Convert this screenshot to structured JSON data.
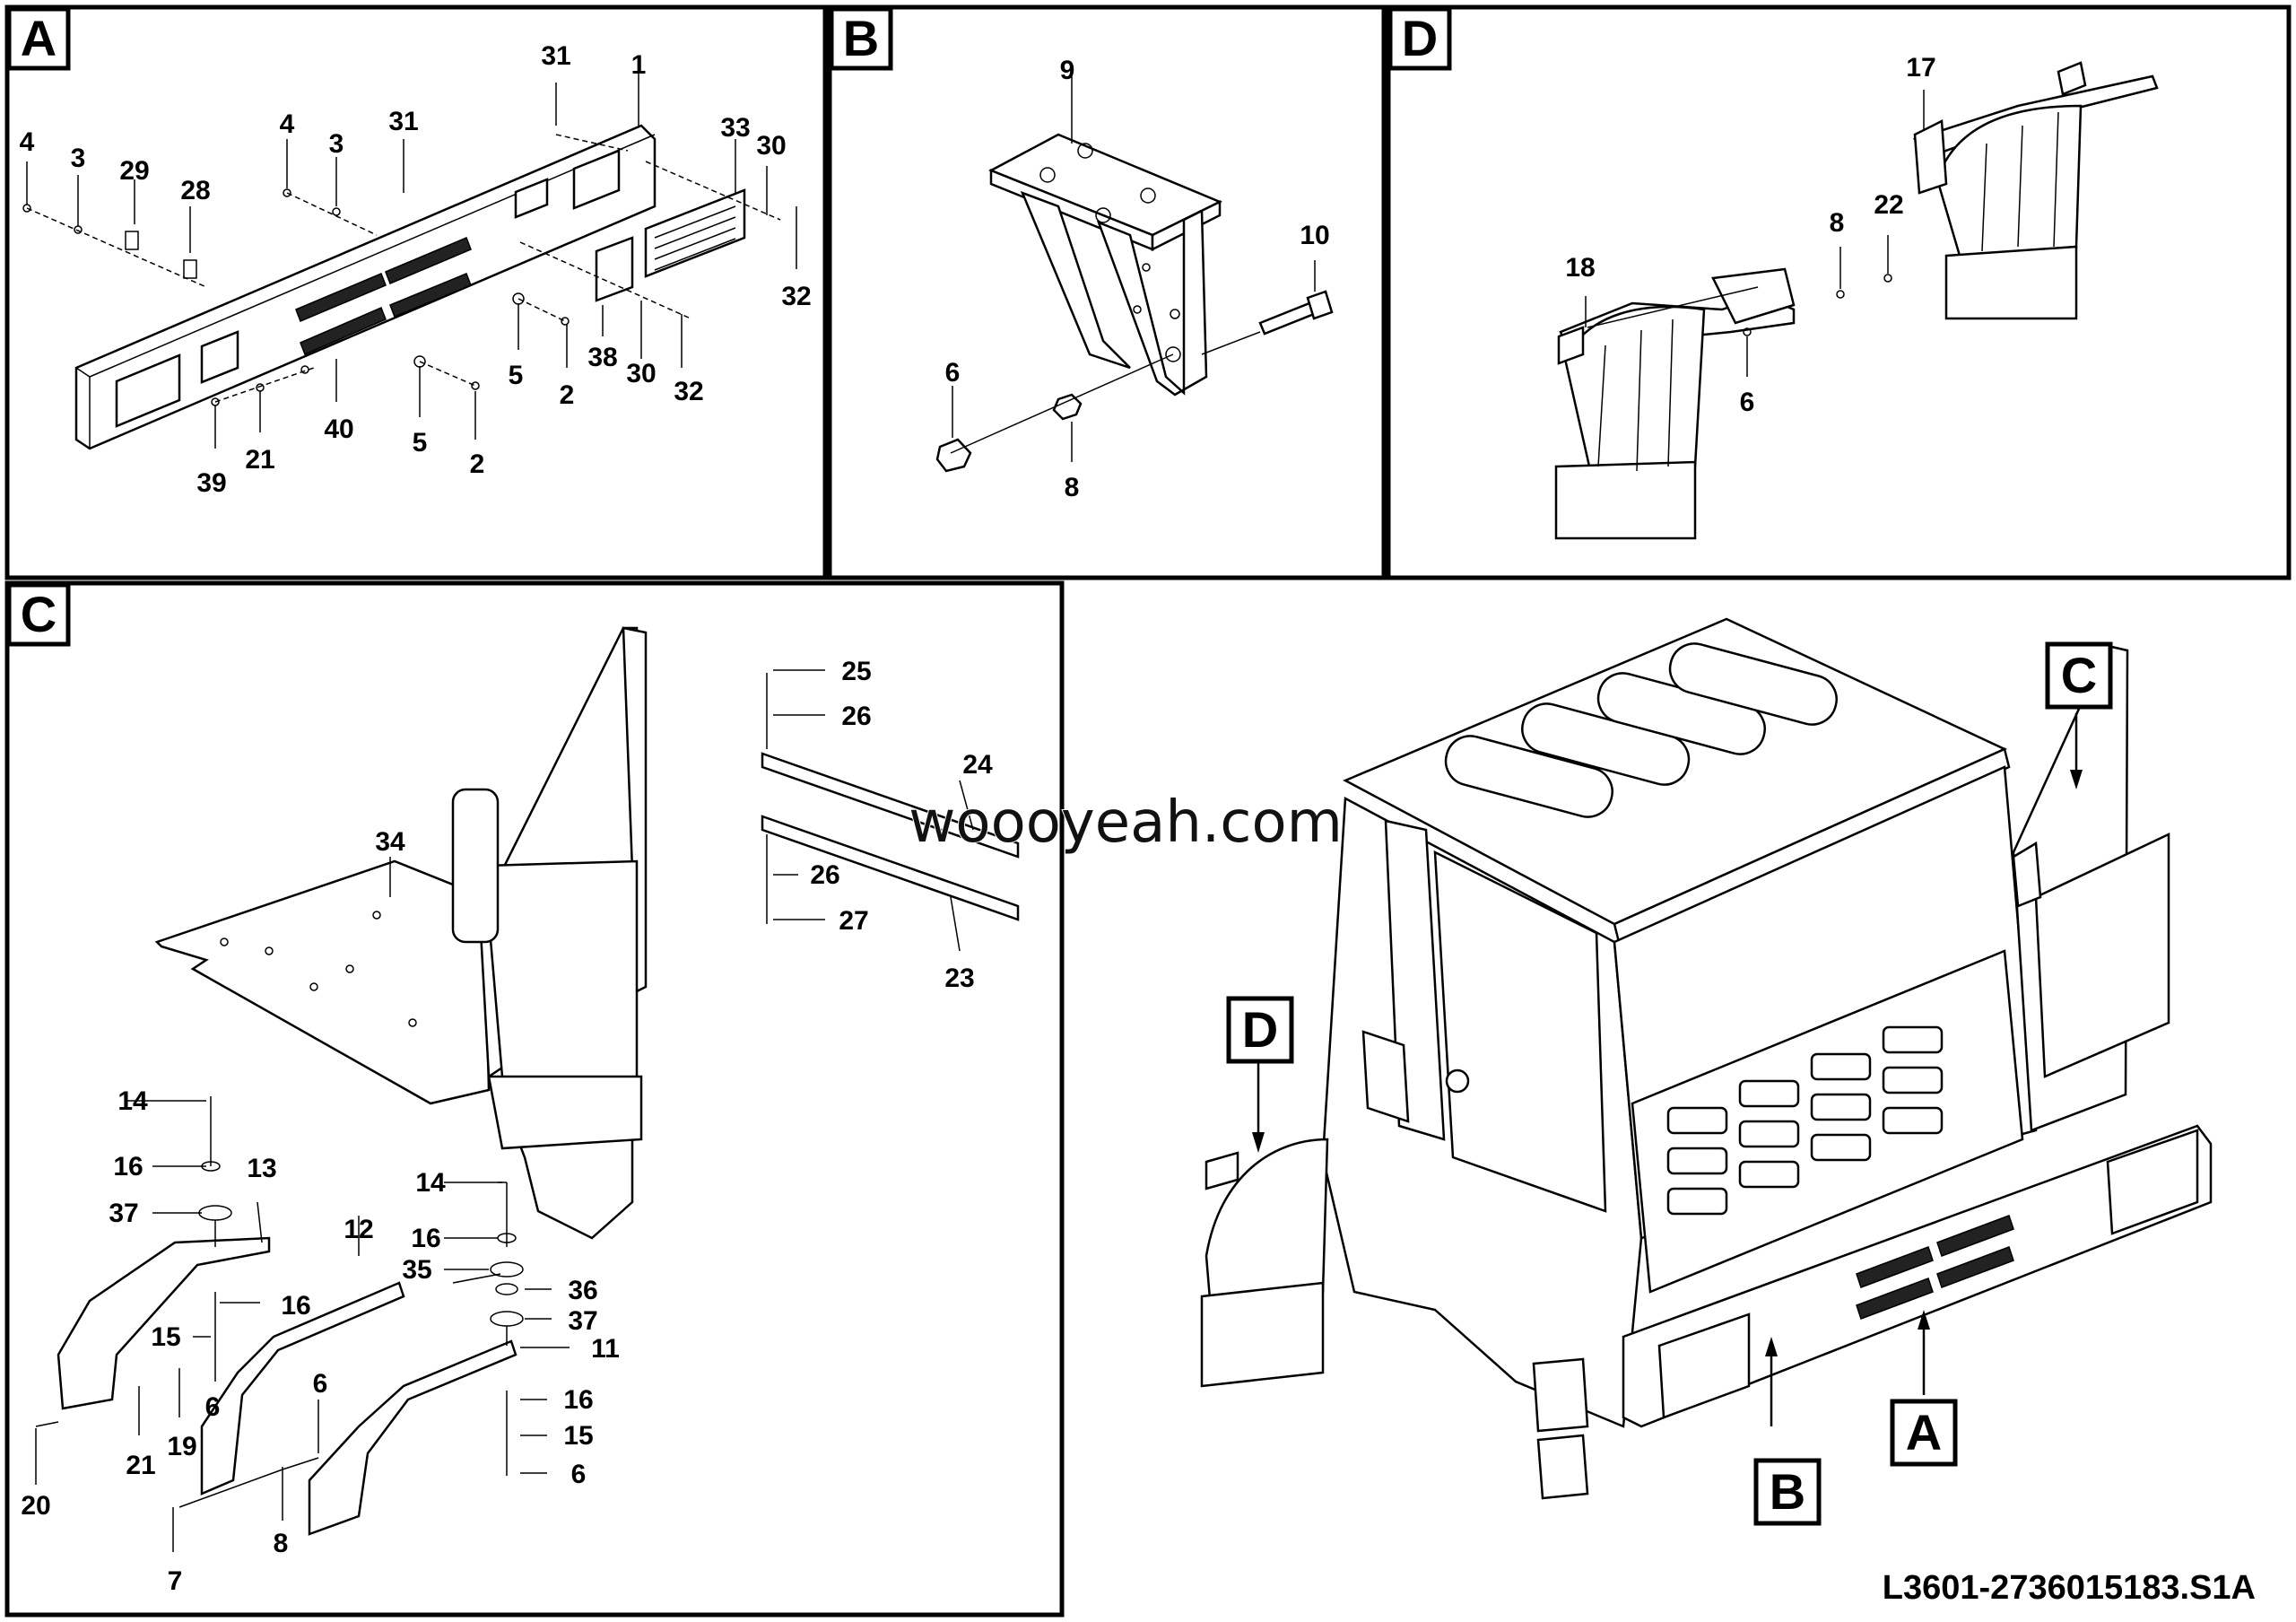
{
  "panels": {
    "a": {
      "label": "A"
    },
    "b": {
      "label": "B"
    },
    "c": {
      "label": "C"
    },
    "d": {
      "label": "D"
    }
  },
  "overview_markers": [
    "C",
    "D",
    "A",
    "B"
  ],
  "callouts": {
    "a": [
      "31",
      "1",
      "4",
      "3",
      "31",
      "33",
      "30",
      "4",
      "3",
      "29",
      "28",
      "32",
      "5",
      "2",
      "38",
      "30",
      "32",
      "40",
      "5",
      "2",
      "39",
      "21"
    ],
    "b": [
      "9",
      "10",
      "6",
      "8"
    ],
    "c": [
      "25",
      "26",
      "24",
      "34",
      "26",
      "27",
      "23",
      "14",
      "16",
      "13",
      "37",
      "16",
      "14",
      "12",
      "16",
      "35",
      "36",
      "15",
      "37",
      "11",
      "6",
      "6",
      "16",
      "20",
      "21",
      "19",
      "15",
      "8",
      "6",
      "7"
    ],
    "d": [
      "17",
      "8",
      "22",
      "18",
      "6"
    ]
  },
  "watermark": "woooyeah.com",
  "drawing_id": "L3601-2736015183.S1A"
}
